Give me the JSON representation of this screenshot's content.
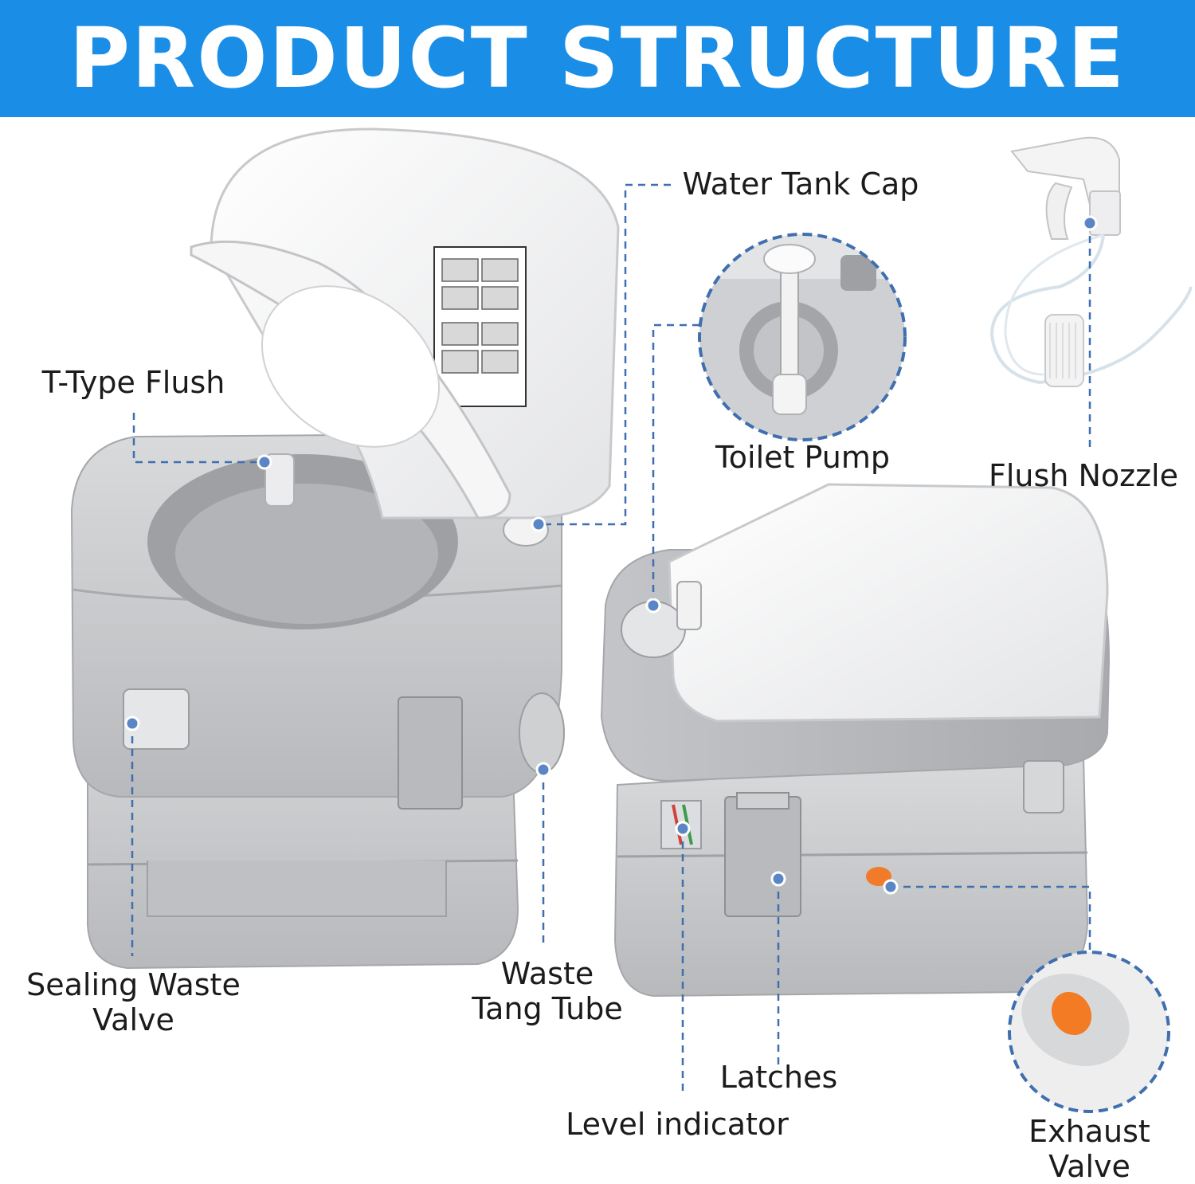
{
  "title": "PRODUCT STRUCTURE",
  "labels": {
    "water_tank_cap": "Water Tank Cap",
    "t_type_flush": "T-Type Flush",
    "toilet_pump": "Toilet Pump",
    "flush_nozzle": "Flush Nozzle",
    "sealing_waste_valve": [
      "Sealing Waste",
      "Valve"
    ],
    "waste_tang_tube": [
      "Waste",
      "Tang Tube"
    ],
    "latches": "Latches",
    "level_indicator": "Level indicator",
    "exhaust_valve": [
      "Exhaust",
      "Valve"
    ]
  },
  "colors": {
    "banner": "#1a8ee6",
    "banner_text": "#ffffff",
    "leader_line": "#3f6fae",
    "callout_dot": "#5a86c6",
    "body_gray": "#c9cacc",
    "lid_white": "#f4f4f5",
    "exhaust_orange": "#f07b2a"
  }
}
